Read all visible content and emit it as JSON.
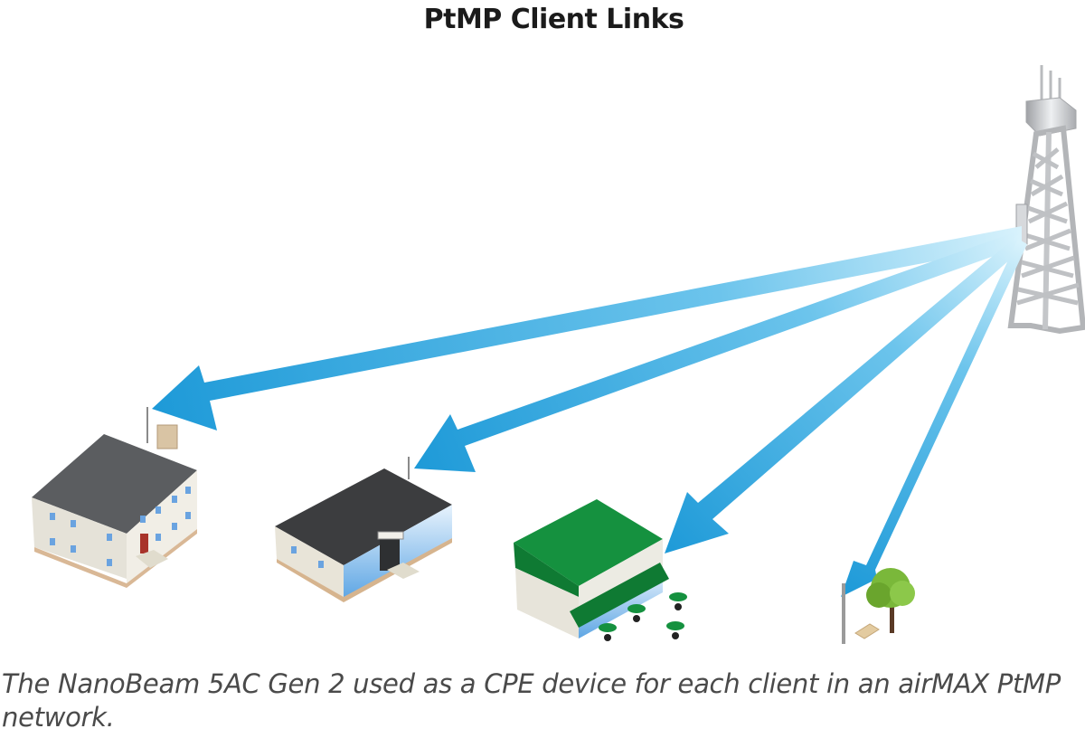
{
  "title": "PtMP Client Links",
  "caption": "The NanoBeam 5AC Gen 2 used as a CPE device for each client in an airMAX PtMP network.",
  "colors": {
    "link_arrow": "#1e9ad8",
    "link_arrow_fade": "#cdeefa",
    "tower": "#c8c9cc",
    "roof_dark": "#555759",
    "roof_green": "#15913f",
    "wall": "#e9e6dc",
    "tree": "#7ab83a"
  },
  "diagram": {
    "access_point": {
      "name": "tower-access-point",
      "icon": "cell-tower-icon"
    },
    "clients": [
      {
        "name": "house-client",
        "icon": "house-icon"
      },
      {
        "name": "office-client",
        "icon": "office-building-icon"
      },
      {
        "name": "cafe-client",
        "icon": "cafe-icon"
      },
      {
        "name": "park-client",
        "icon": "street-lamp-icon"
      }
    ],
    "links": [
      {
        "from": "tower-access-point",
        "to": "house-client"
      },
      {
        "from": "tower-access-point",
        "to": "office-client"
      },
      {
        "from": "tower-access-point",
        "to": "cafe-client"
      },
      {
        "from": "tower-access-point",
        "to": "park-client"
      }
    ]
  }
}
